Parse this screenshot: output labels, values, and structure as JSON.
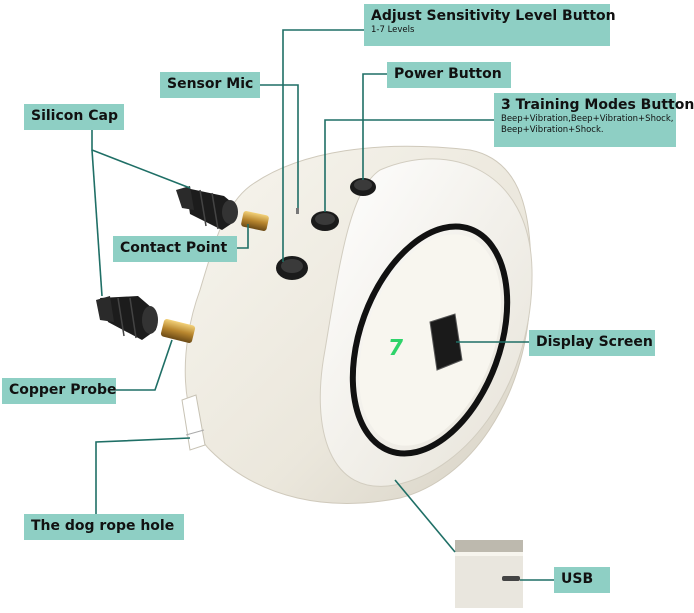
{
  "labels": {
    "sensitivity": {
      "title": "Adjust Sensitivity Level Button",
      "sub": "1-7 Levels"
    },
    "sensor_mic": "Sensor Mic",
    "power": "Power  Button",
    "training": {
      "title": "3 Training Modes Button",
      "sub1": "Beep+Vibration,Beep+Vibration+Shock,",
      "sub2": "Beep+Vibration+Shock."
    },
    "silicon_cap": "Silicon Cap",
    "contact_point": "Contact Point",
    "copper_probe": "Copper Probe",
    "display_screen": "Display Screen",
    "rope_hole": "The dog rope hole",
    "usb": "USB"
  },
  "display_value": "7",
  "colors": {
    "label_bg": "#8ecfc4",
    "leader_line": "#1f6f66",
    "device_body": "#efece2",
    "screen_ring": "#111111",
    "digit": "#2ed36a"
  }
}
